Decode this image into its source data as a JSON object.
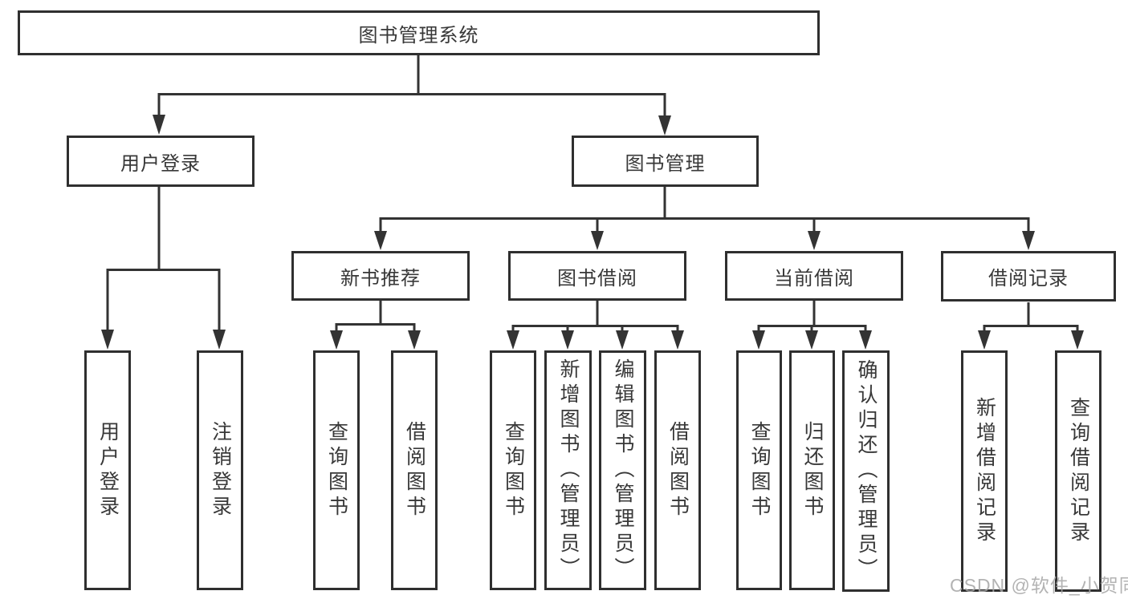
{
  "root": {
    "label": "图书管理系统"
  },
  "branches": {
    "user": {
      "label": "用户登录",
      "children": [
        "用户登录",
        "注销登录"
      ]
    },
    "book": {
      "label": "图书管理",
      "sections": {
        "recommend": {
          "label": "新书推荐",
          "children": [
            "查询图书",
            "借阅图书"
          ]
        },
        "borrow": {
          "label": "图书借阅",
          "children": [
            "查询图书",
            "新增图书（管理员）",
            "编辑图书（管理员）",
            "借阅图书"
          ]
        },
        "current": {
          "label": "当前借阅",
          "children": [
            "查询图书",
            "归还图书",
            "确认归还（管理员）"
          ]
        },
        "records": {
          "label": "借阅记录",
          "children": [
            "新增借阅记录",
            "查询借阅记录"
          ]
        }
      }
    }
  },
  "watermark": "CSDN @软件_小贺同学",
  "colors": {
    "line": "#333333",
    "text": "#383838",
    "watermark": "#a6a6a6",
    "background": "#ffffff"
  }
}
